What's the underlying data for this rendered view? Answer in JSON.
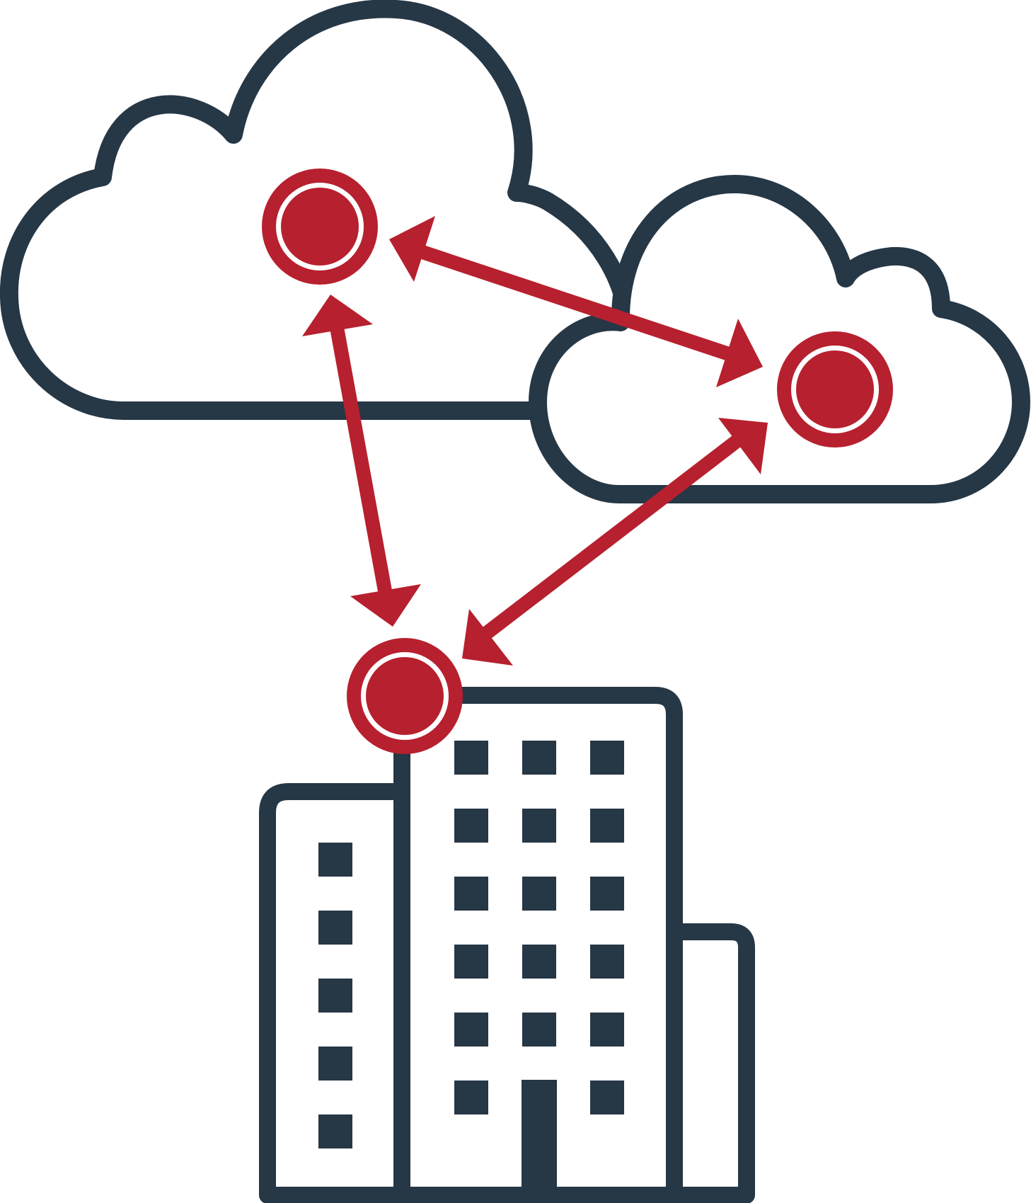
{
  "diagram": {
    "kind": "hybrid-multicloud-icon",
    "nodes": [
      {
        "id": "cloud-a-node",
        "role": "public-cloud-endpoint"
      },
      {
        "id": "cloud-b-node",
        "role": "public-cloud-endpoint"
      },
      {
        "id": "datacenter-node",
        "role": "on-premises-endpoint"
      }
    ],
    "connections": [
      {
        "from": "cloud-a-node",
        "to": "cloud-b-node",
        "direction": "bidirectional"
      },
      {
        "from": "cloud-a-node",
        "to": "datacenter-node",
        "direction": "bidirectional"
      },
      {
        "from": "cloud-b-node",
        "to": "datacenter-node",
        "direction": "bidirectional"
      }
    ],
    "icons": [
      "cloud-icon",
      "cloud-icon",
      "office-building-icon",
      "node-icon",
      "double-arrow-icon"
    ],
    "colors": {
      "outline": "#263746",
      "accent": "#b7202e",
      "background": "#ffffff"
    }
  }
}
